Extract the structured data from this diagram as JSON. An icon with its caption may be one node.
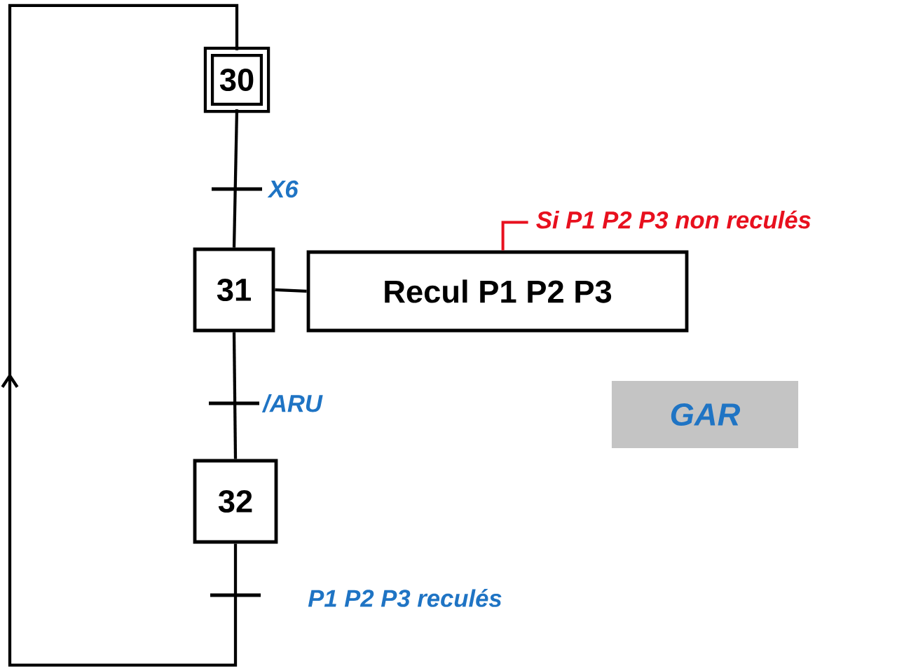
{
  "diagram": {
    "nodes": [
      {
        "text": [
          "30"
        ]
      },
      {
        "text": [
          "31"
        ]
      },
      {
        "text": [
          "Recul P1 P2 P3"
        ],
        "beside": [
          "Si P1 P2 P3 non reculés"
        ]
      },
      {
        "text": [
          "32"
        ]
      },
      {
        "text": [
          "GAR"
        ]
      }
    ],
    "edges": [
      {
        "from": 0,
        "to": 1,
        "arrow": "none",
        "label": "X6"
      },
      {
        "from": 1,
        "to": 2,
        "arrow": "none"
      },
      {
        "from": 1,
        "to": 3,
        "arrow": "none",
        "label": "/ARU"
      },
      {
        "from": 3,
        "to": 0,
        "arrow": "to",
        "label": "P1 P2 P3 reculés"
      }
    ]
  }
}
